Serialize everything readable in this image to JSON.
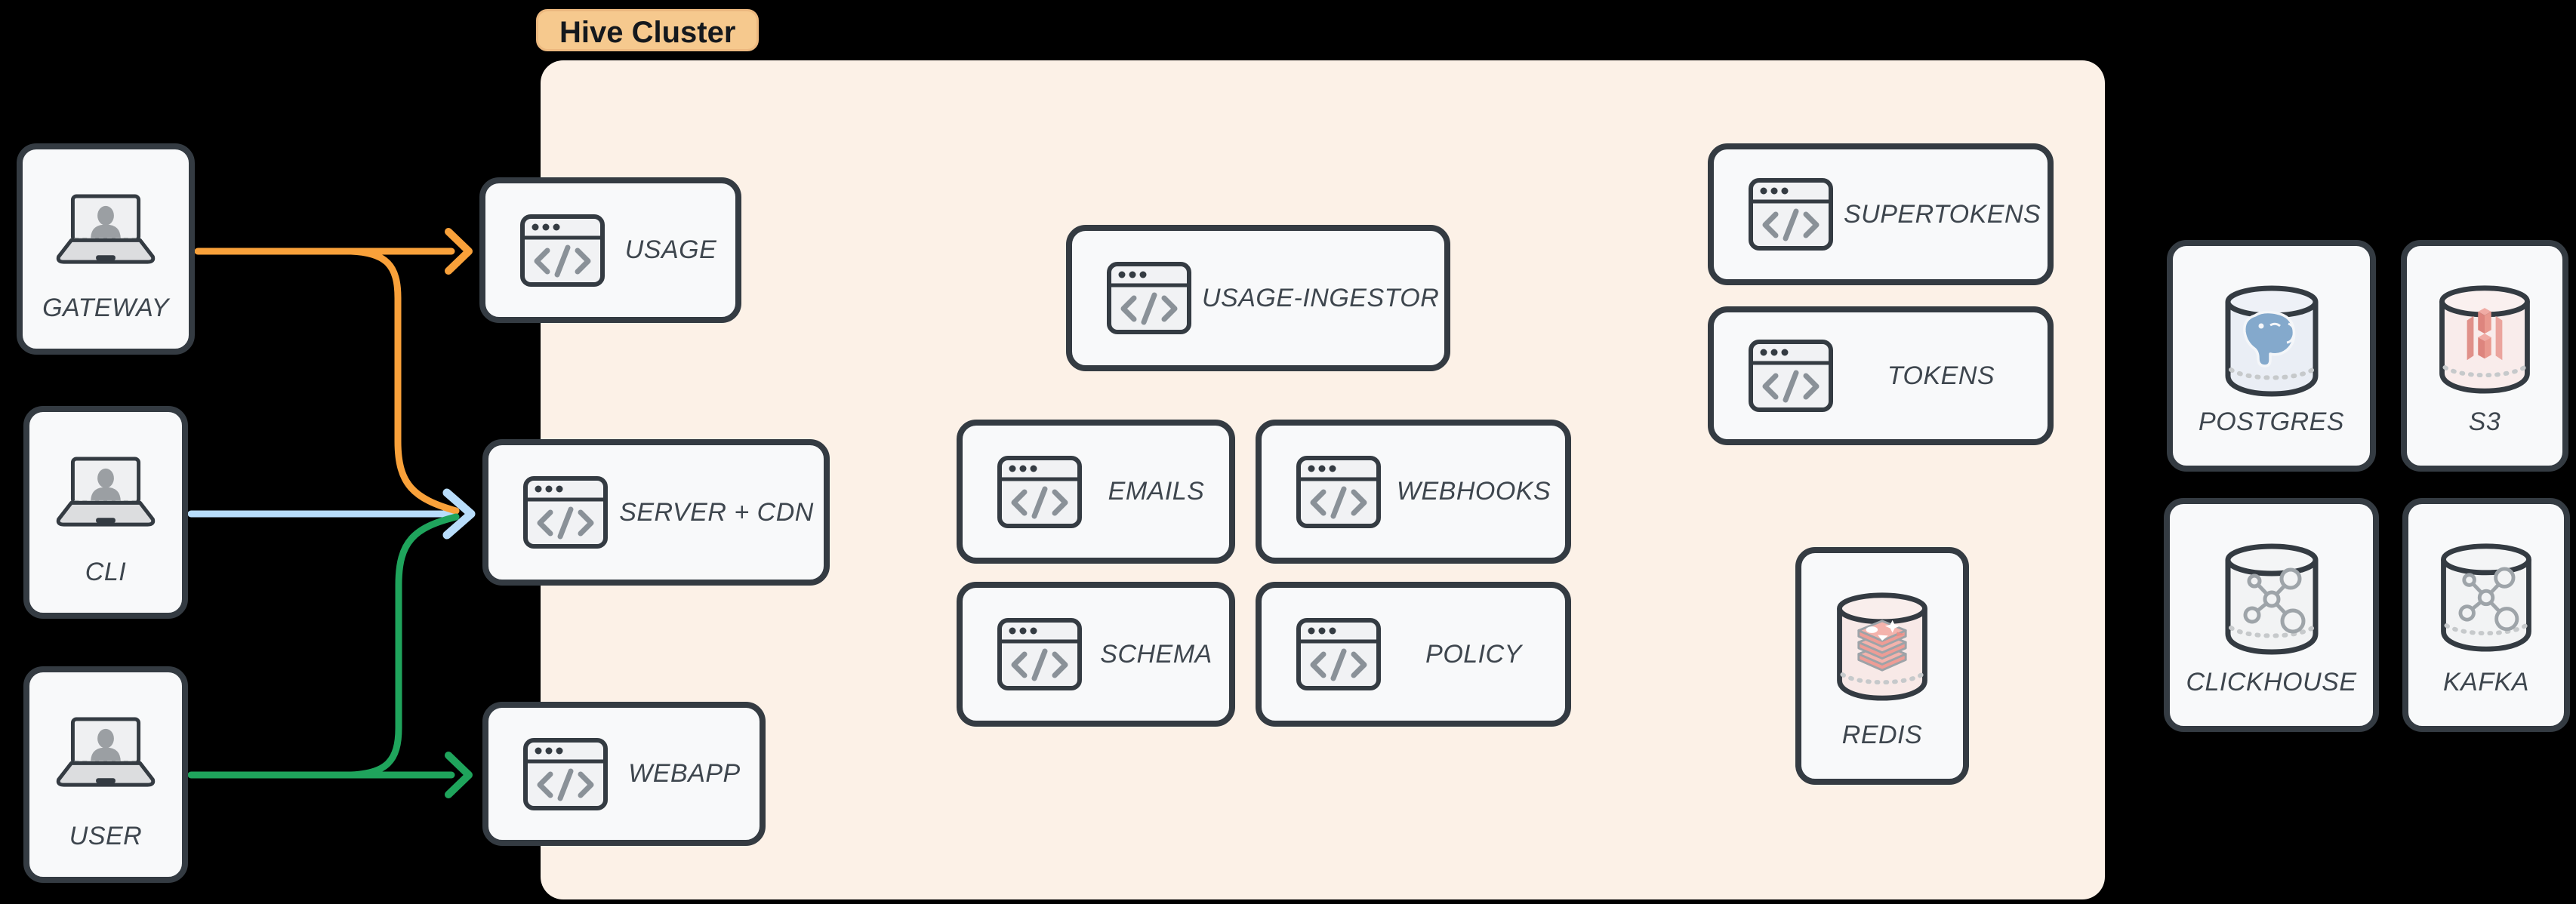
{
  "cluster": {
    "label": "Hive Cluster"
  },
  "nodes": {
    "gateway": {
      "label": "GATEWAY",
      "type": "actor"
    },
    "cli": {
      "label": "CLI",
      "type": "actor"
    },
    "user": {
      "label": "USER",
      "type": "actor"
    },
    "usage": {
      "label": "USAGE",
      "type": "service"
    },
    "server_cdn": {
      "label": "SERVER + CDN",
      "type": "service"
    },
    "webapp": {
      "label": "WEBAPP",
      "type": "service"
    },
    "usage_ingestor": {
      "label": "USAGE-INGESTOR",
      "type": "service"
    },
    "emails": {
      "label": "EMAILS",
      "type": "service"
    },
    "webhooks": {
      "label": "WEBHOOKS",
      "type": "service"
    },
    "schema": {
      "label": "SCHEMA",
      "type": "service"
    },
    "policy": {
      "label": "POLICY",
      "type": "service"
    },
    "supertokens": {
      "label": "SUPERTOKENS",
      "type": "service"
    },
    "tokens": {
      "label": "TOKENS",
      "type": "service"
    },
    "redis": {
      "label": "REDIS",
      "type": "database"
    },
    "postgres": {
      "label": "POSTGRES",
      "type": "database"
    },
    "s3": {
      "label": "S3",
      "type": "database"
    },
    "clickhouse": {
      "label": "CLICKHOUSE",
      "type": "database"
    },
    "kafka": {
      "label": "KAFKA",
      "type": "database"
    }
  },
  "edges": {
    "gateway_to_usage": {
      "from": "GATEWAY",
      "to": "USAGE",
      "color": "#F9A13A"
    },
    "gateway_to_server_cdn": {
      "from": "GATEWAY",
      "to": "SERVER + CDN",
      "color": "#F9A13A"
    },
    "cli_to_server_cdn": {
      "from": "CLI",
      "to": "SERVER + CDN",
      "color": "#B8DDFB"
    },
    "user_to_server_cdn": {
      "from": "USER",
      "to": "SERVER + CDN",
      "color": "#1FA45C"
    },
    "user_to_webapp": {
      "from": "USER",
      "to": "WEBAPP",
      "color": "#1FA45C"
    }
  },
  "style": {
    "background": "#000000",
    "cluster_fill": "#FCF1E7",
    "badge_fill": "#F6C98E",
    "node_fill": "#F8F9FA",
    "node_border": "#343B42",
    "label_color": "#3E464E",
    "icon_gray": "#8A9198",
    "orange": "#F9A13A",
    "blue": "#B8DDFB",
    "green": "#1FA45C"
  }
}
